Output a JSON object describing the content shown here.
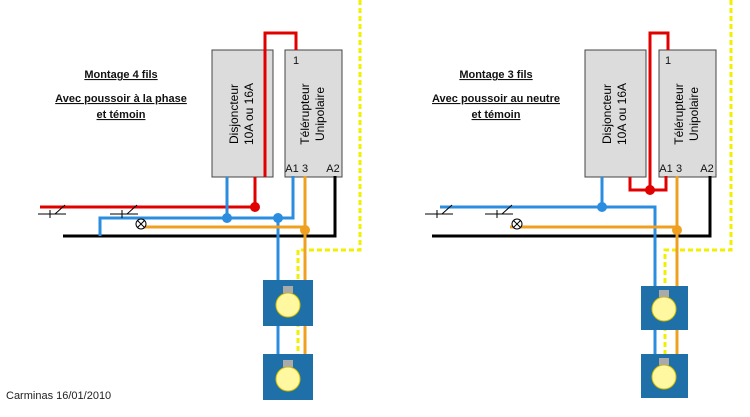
{
  "colors": {
    "phase": "#e00000",
    "neutral": "#2a8de0",
    "earth_neutral_black": "#000000",
    "return": "#f0a020",
    "bell_wire": "#f0f000",
    "box_fill": "#dcdcdc",
    "lamp_plate": "#1f6fa8",
    "lamp_bulb": "#fff8a0"
  },
  "left": {
    "title": "Montage 4 fils",
    "subtitle_line1": "Avec poussoir à la phase",
    "subtitle_line2": "et témoin",
    "breaker_line1": "Disjoncteur",
    "breaker_line2": "10A ou 16A",
    "relay_line1": "Télérupteur",
    "relay_line2": "Unipolaire",
    "relay_terminal_top": "1",
    "relay_terminal_a1": "A1",
    "relay_terminal_3": "3",
    "relay_terminal_a2": "A2"
  },
  "right": {
    "title": "Montage 3 fils",
    "subtitle_line1": "Avec poussoir au neutre",
    "subtitle_line2": "et témoin",
    "breaker_line1": "Disjoncteur",
    "breaker_line2": "10A ou 16A",
    "relay_line1": "Télérupteur",
    "relay_line2": "Unipolaire",
    "relay_terminal_top": "1",
    "relay_terminal_a1": "A1",
    "relay_terminal_3": "3",
    "relay_terminal_a2": "A2"
  },
  "credit": "Carminas 16/01/2010"
}
